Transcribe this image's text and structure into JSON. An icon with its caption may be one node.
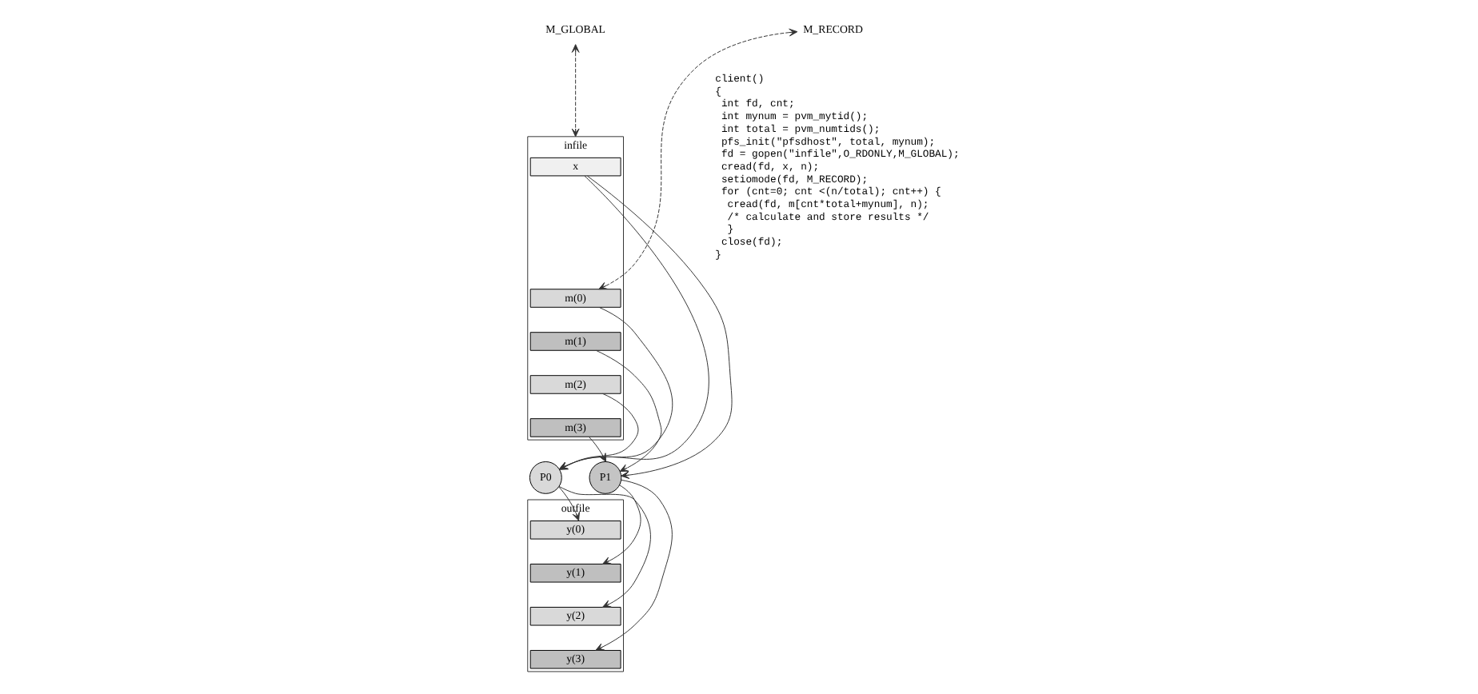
{
  "diagram": {
    "nodes": [
      {
        "text": [
          "M_GLOBAL"
        ]
      },
      {
        "text": [
          "M_RECORD"
        ]
      },
      {
        "text": [
          "infile"
        ]
      },
      {
        "text": [
          "x"
        ],
        "in": 2
      },
      {
        "text": [
          "m(0)"
        ],
        "in": 2
      },
      {
        "text": [
          "m(1)"
        ],
        "in": 2
      },
      {
        "text": [
          "m(2)"
        ],
        "in": 2
      },
      {
        "text": [
          "m(3)"
        ],
        "in": 2
      },
      {
        "text": [
          "P0"
        ]
      },
      {
        "text": [
          "P1"
        ]
      },
      {
        "text": [
          "outfile"
        ]
      },
      {
        "text": [
          "y(0)"
        ],
        "in": 10
      },
      {
        "text": [
          "y(1)"
        ],
        "in": 10
      },
      {
        "text": [
          "y(2)"
        ],
        "in": 10
      },
      {
        "text": [
          "y(3)"
        ],
        "in": 10
      }
    ],
    "edges": [
      {
        "from": 0,
        "to": 2,
        "arrow": "both",
        "style": "dashed"
      },
      {
        "from": 1,
        "to": 4,
        "arrow": "both",
        "style": "dashed"
      },
      {
        "from": 3,
        "to": 8,
        "arrow": "to"
      },
      {
        "from": 3,
        "to": 9,
        "arrow": "to"
      },
      {
        "from": 4,
        "to": 8,
        "arrow": "to"
      },
      {
        "from": 5,
        "to": 9,
        "arrow": "to"
      },
      {
        "from": 6,
        "to": 8,
        "arrow": "to"
      },
      {
        "from": 7,
        "to": 9,
        "arrow": "to"
      },
      {
        "from": 8,
        "to": 11,
        "arrow": "to"
      },
      {
        "from": 8,
        "to": 13,
        "arrow": "to"
      },
      {
        "from": 9,
        "to": 12,
        "arrow": "to"
      },
      {
        "from": 9,
        "to": 14,
        "arrow": "to"
      }
    ],
    "labels": [
      "client()",
      "{",
      "int fd, cnt;",
      "int mynum = pvm_mytid();",
      "int total = pvm_numtids();",
      "pfs_init(\"pfsdhost\", total, mynum);",
      "fd = gopen(\"infile\",O_RDONLY,M_GLOBAL);",
      "cread(fd, x, n);",
      "setiomode(fd, M_RECORD);",
      "for (cnt=0; cnt <(n/total); cnt++) {",
      "cread(fd, m[cnt*total+mynum], n);",
      "/* calculate and store results */",
      "}",
      "close(fd);",
      "}"
    ]
  }
}
